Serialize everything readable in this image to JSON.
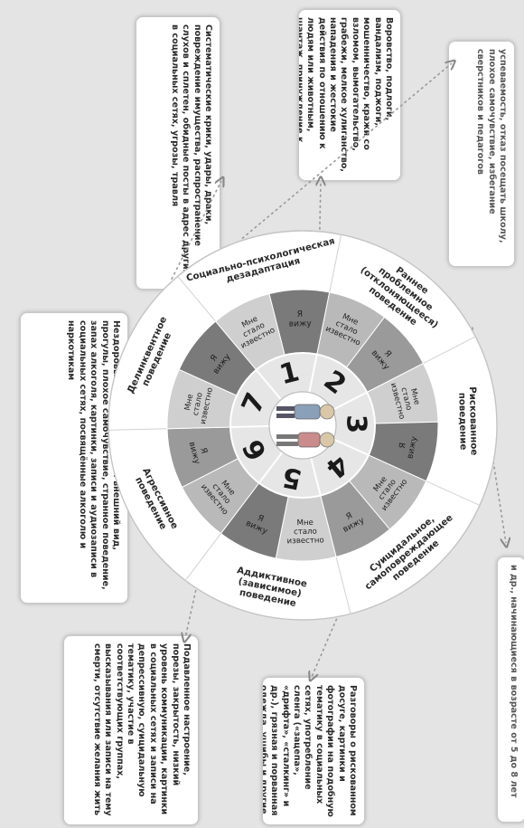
{
  "cards": {
    "top_left": "успеваемость, отказ посещать школу, плохое самочувствие, избегание сверстников и педагогов",
    "delinquent_card": "Воровство, подлоги, вандализм, поджоги, мошенничество, кражи со взломом, вымогательство, грабежи, мелкое хулиганство, нападения и жестокие действия по отношению к людям или животным, шантаж, принуждение к действиям, жёсткие угрозы",
    "aggressive_card": "Систематические крики, удары, драки, повреждение имущества, распространение слухов и сплетен, обидные посты в адрес других в социальных сетях, угрозы, травля",
    "addictive_card": "Нездоровый и/или неопрятный внешний вид, прогулы, плохое самочувствие, странное поведение, запах алкоголя, картинки, записи и аудиозаписи в социальных сетях, посвящённые алкоголю и наркотикам",
    "suicidal_card": "Подавленное настроение, порезы, закрытость, низкий уровень коммуникации, картинки в социальных сетях и записи на депрессивную, суицидальную тематику, участие в соответствующих группах, высказывания или записи на тему смерти, отсутствие желания жить",
    "risky_card": "Разговоры о рискованном досуге, картинки и фотографии на подобную тематику в социальных сетях, употребление сленга («зацепа», «дрифта», «сталкинг» и др.), грязная и порванная одежда, ушибы и другие травмы",
    "early_card": "и др., начинающиеся в возрасте от 5 до 8 лет"
  },
  "categories": [
    {
      "name": "Социально-психологическая дезадаптация",
      "number": "1"
    },
    {
      "name": "Раннее проблемное (отклоняющееся) поведение",
      "number": "2"
    },
    {
      "name": "Рискованное поведение",
      "number": "3"
    },
    {
      "name": "Суицидальное, самоповреждающее поведение",
      "number": "4"
    },
    {
      "name": "Аддиктивное (зависимое) поведение",
      "number": "5"
    },
    {
      "name": "Агрессивное поведение",
      "number": "6"
    },
    {
      "name": "Делинквентное поведение",
      "number": "7"
    }
  ],
  "inner_labels": {
    "see": "Я вижу",
    "known": "Мне стало известно"
  },
  "colors": {
    "background": "#e4e4e4",
    "sector_light": "#cfcfcf",
    "sector_mid": "#9a9a9a",
    "sector_dark": "#7a7a7a",
    "number_ring": "#e6e6e6",
    "outer_ring": "#ffffff"
  }
}
